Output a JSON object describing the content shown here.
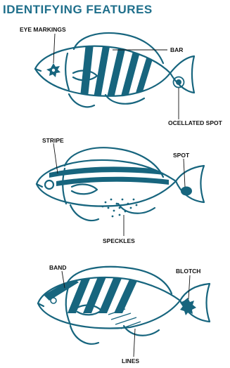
{
  "title": "IDENTIFYING FEATURES",
  "colors": {
    "ink": "#17657e",
    "title": "#1f6f8b",
    "label": "#111111",
    "background": "#ffffff"
  },
  "fish": [
    {
      "labels": {
        "eye_markings": "EYE MARKINGS",
        "bar": "BAR",
        "ocellated_spot": "OCELLATED SPOT"
      }
    },
    {
      "labels": {
        "stripe": "STRIPE",
        "spot": "SPOT",
        "speckles": "SPECKLES"
      }
    },
    {
      "labels": {
        "band": "BAND",
        "blotch": "BLOTCH",
        "lines": "LINES"
      }
    }
  ]
}
